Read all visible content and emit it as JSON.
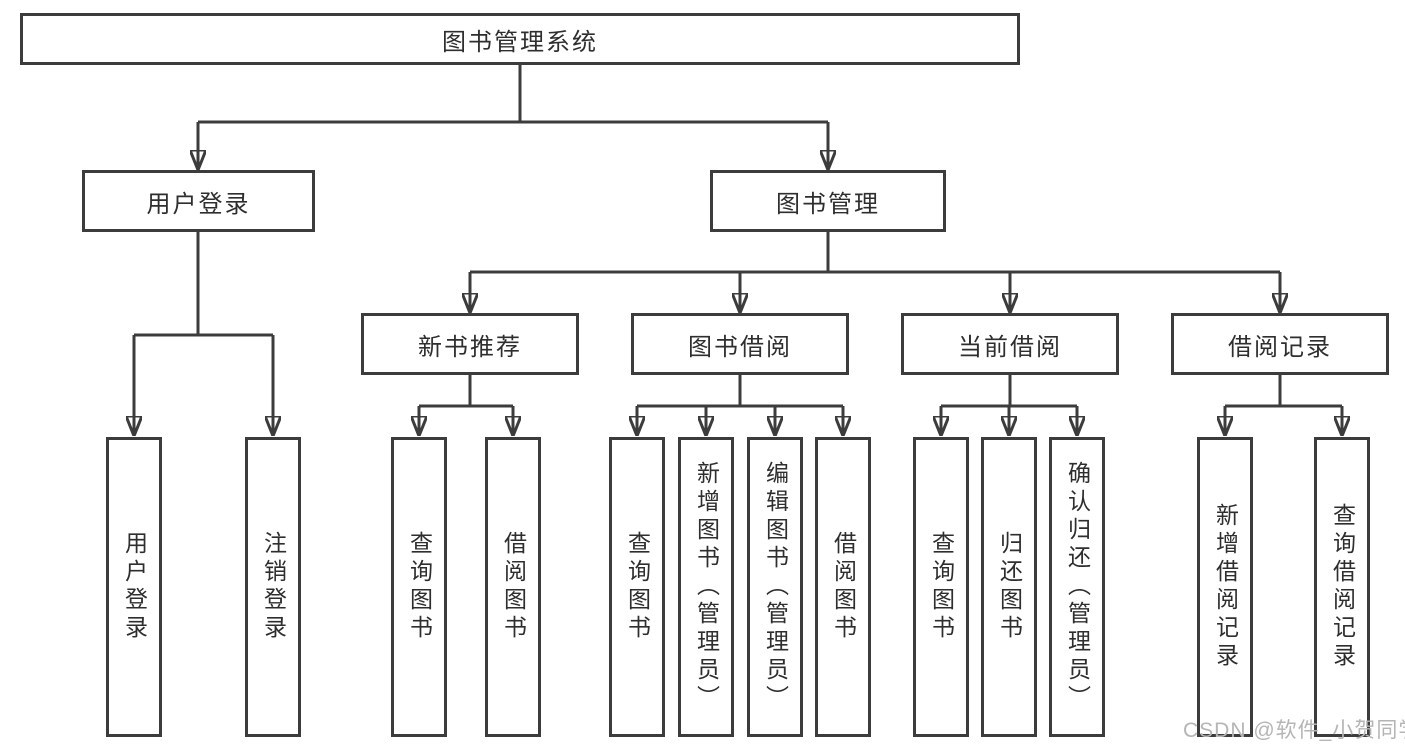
{
  "diagram": {
    "nodes": {
      "root": {
        "label": "图书管理系统"
      },
      "user_login": {
        "label": "用户登录"
      },
      "book_mgmt": {
        "label": "图书管理"
      },
      "new_book_rec": {
        "label": "新书推荐"
      },
      "book_borrow": {
        "label": "图书借阅"
      },
      "current_borrow": {
        "label": "当前借阅"
      },
      "borrow_records": {
        "label": "借阅记录"
      },
      "leaf_user_login": {
        "label": "用户登录"
      },
      "leaf_logout": {
        "label": "注销登录"
      },
      "leaf_rec_query_book": {
        "label": "查询图书"
      },
      "leaf_rec_borrow_book": {
        "label": "借阅图书"
      },
      "leaf_bb_query_book": {
        "label": "查询图书"
      },
      "leaf_bb_add_book": {
        "label": "新增图书（管理员）"
      },
      "leaf_bb_edit_book": {
        "label": "编辑图书（管理员）"
      },
      "leaf_bb_borrow_book": {
        "label": "借阅图书"
      },
      "leaf_cb_query_book": {
        "label": "查询图书"
      },
      "leaf_cb_return_book": {
        "label": "归还图书"
      },
      "leaf_cb_confirm_return": {
        "label": "确认归还（管理员）"
      },
      "leaf_br_add_record": {
        "label": "新增借阅记录"
      },
      "leaf_br_query_record": {
        "label": "查询借阅记录"
      }
    },
    "watermark": "CSDN @软件_小贺同学",
    "colors": {
      "line": "#3c3c3c",
      "text": "#2e2e2e",
      "background": "#ffffff",
      "watermark": "#b5b5b5"
    }
  }
}
